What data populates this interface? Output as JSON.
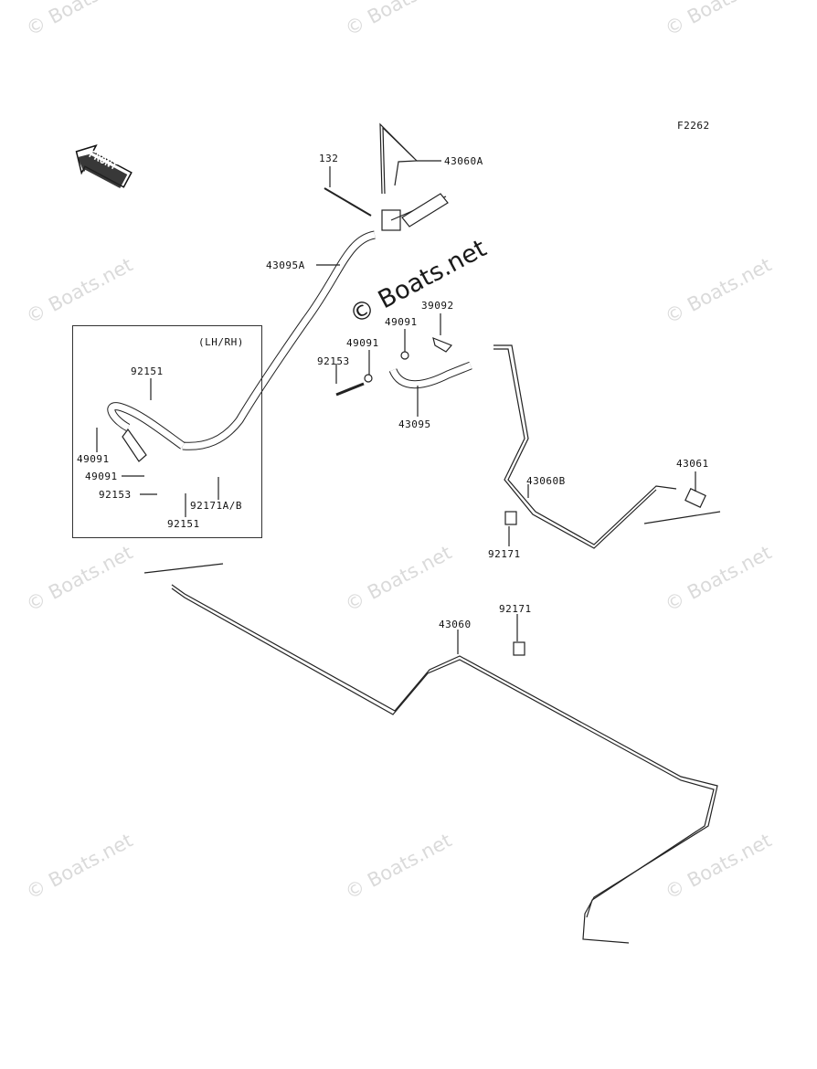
{
  "figure_code": "F2262",
  "front_label": "FRONT",
  "inset": {
    "label": "(LH/RH)"
  },
  "watermark": {
    "text": "© Boats.net",
    "center_text": "© Boats.net"
  },
  "part_labels": {
    "p132": "132",
    "p43060A": "43060A",
    "p43095A": "43095A",
    "p39092": "39092",
    "p49091_top": "49091",
    "p49091_mid": "49091",
    "p92153_mid": "92153",
    "p43095": "43095",
    "p43060B": "43060B",
    "p43061": "43061",
    "p92171_a": "92171",
    "p92171_b": "92171",
    "p43060": "43060",
    "p92151_top": "92151",
    "p49091_l1": "49091",
    "p49091_l2": "49091",
    "p92153_l": "92153",
    "p92171AB": "92171A/B",
    "p92151_bot": "92151"
  }
}
